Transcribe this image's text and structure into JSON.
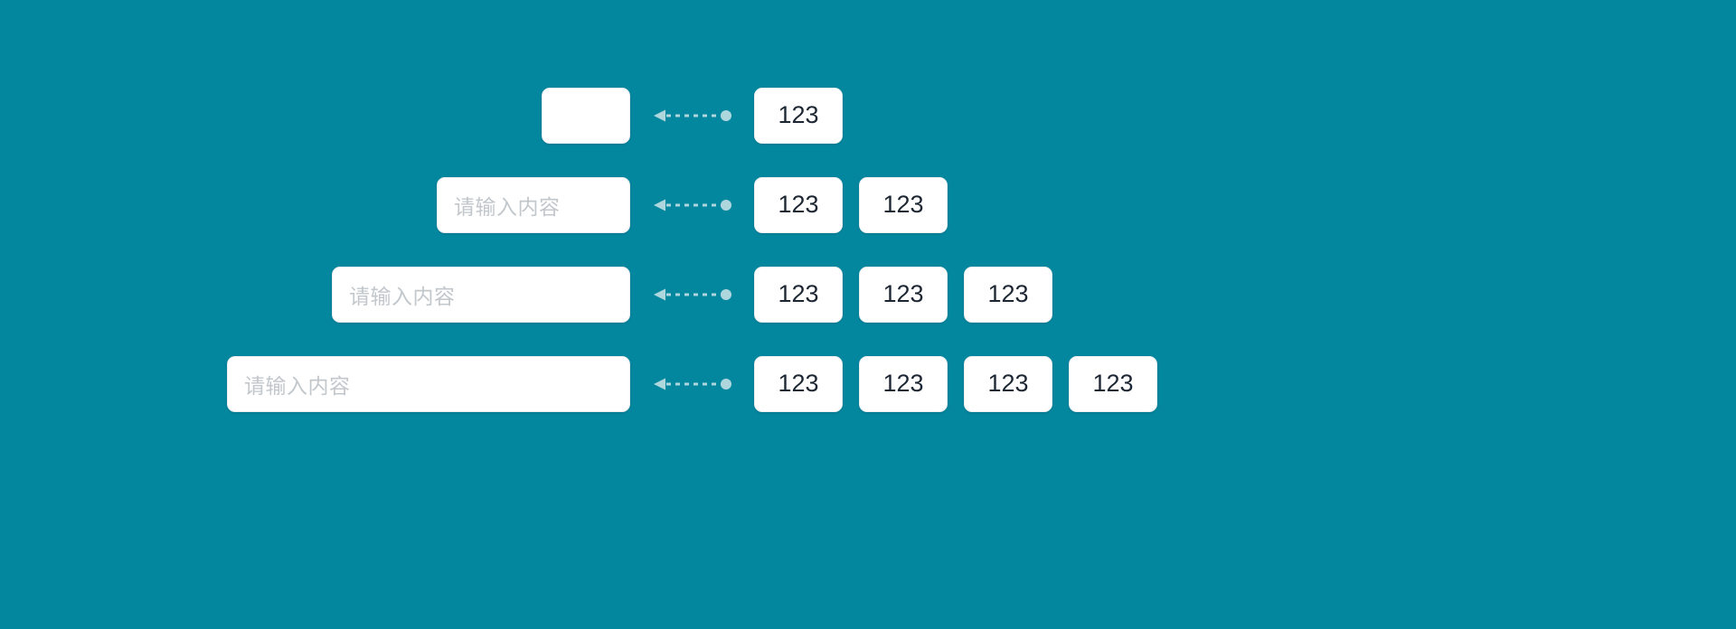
{
  "theme": {
    "background_color": "#03879f",
    "field_background": "#ffffff",
    "placeholder_color": "#c2c7cc",
    "value_text_color": "#1d2733",
    "connector_color": "#aed6dd"
  },
  "connector": {
    "icon": "dashed-left-arrow",
    "direction": "left",
    "style": "dashed",
    "head": "triangle",
    "tail": "dot"
  },
  "rows": [
    {
      "id": "row-1",
      "input": {
        "value": "",
        "placeholder": "",
        "width_class": "w1"
      },
      "boxes": [
        {
          "value": "123"
        }
      ]
    },
    {
      "id": "row-2",
      "input": {
        "value": "",
        "placeholder": "请输入内容",
        "width_class": "w2"
      },
      "boxes": [
        {
          "value": "123"
        },
        {
          "value": "123"
        }
      ]
    },
    {
      "id": "row-3",
      "input": {
        "value": "",
        "placeholder": "请输入内容",
        "width_class": "w3"
      },
      "boxes": [
        {
          "value": "123"
        },
        {
          "value": "123"
        },
        {
          "value": "123"
        }
      ]
    },
    {
      "id": "row-4",
      "input": {
        "value": "",
        "placeholder": "请输入内容",
        "width_class": "w4"
      },
      "boxes": [
        {
          "value": "123"
        },
        {
          "value": "123"
        },
        {
          "value": "123"
        },
        {
          "value": "123"
        }
      ]
    }
  ]
}
